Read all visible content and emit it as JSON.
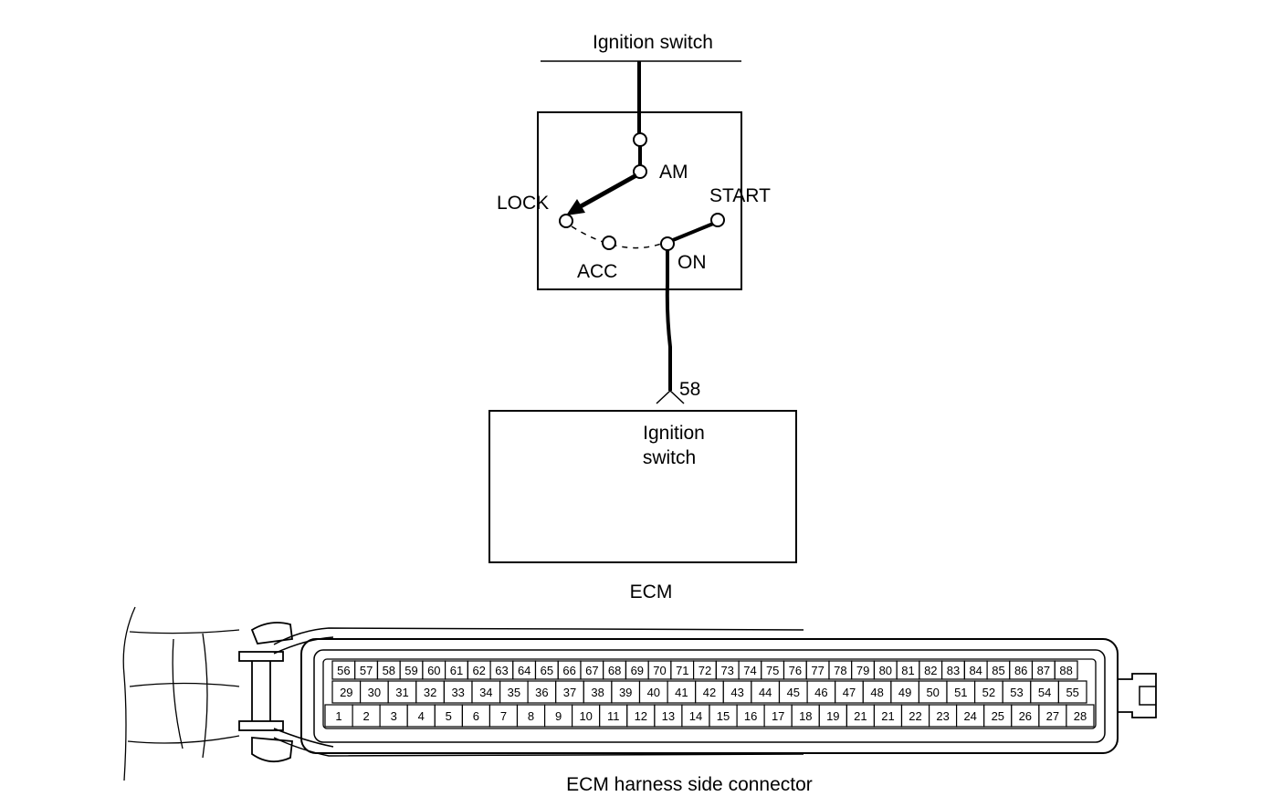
{
  "labels": {
    "switch_title": "Ignition switch",
    "am": "AM",
    "lock": "LOCK",
    "start": "START",
    "acc": "ACC",
    "on": "ON",
    "wire_number": "58",
    "ecm_box_line1": "Ignition",
    "ecm_box_line2": "switch",
    "ecm": "ECM",
    "connector_caption": "ECM harness side connector"
  },
  "connector": {
    "top_row": [
      "56",
      "57",
      "58",
      "59",
      "60",
      "61",
      "62",
      "63",
      "64",
      "65",
      "66",
      "67",
      "68",
      "69",
      "70",
      "71",
      "72",
      "73",
      "74",
      "75",
      "76",
      "77",
      "78",
      "79",
      "80",
      "81",
      "82",
      "83",
      "84",
      "85",
      "86",
      "87",
      "88"
    ],
    "middle_row": [
      "29",
      "30",
      "31",
      "32",
      "33",
      "34",
      "35",
      "36",
      "37",
      "38",
      "39",
      "40",
      "41",
      "42",
      "43",
      "44",
      "45",
      "46",
      "47",
      "48",
      "49",
      "50",
      "51",
      "52",
      "53",
      "54",
      "55"
    ],
    "bottom_row": [
      "1",
      "2",
      "3",
      "4",
      "5",
      "6",
      "7",
      "8",
      "9",
      "10",
      "11",
      "12",
      "13",
      "14",
      "15",
      "16",
      "17",
      "18",
      "19",
      "21",
      "21",
      "22",
      "23",
      "24",
      "25",
      "26",
      "27",
      "28"
    ]
  },
  "colors": {
    "line": "#000000",
    "background": "#ffffff"
  }
}
